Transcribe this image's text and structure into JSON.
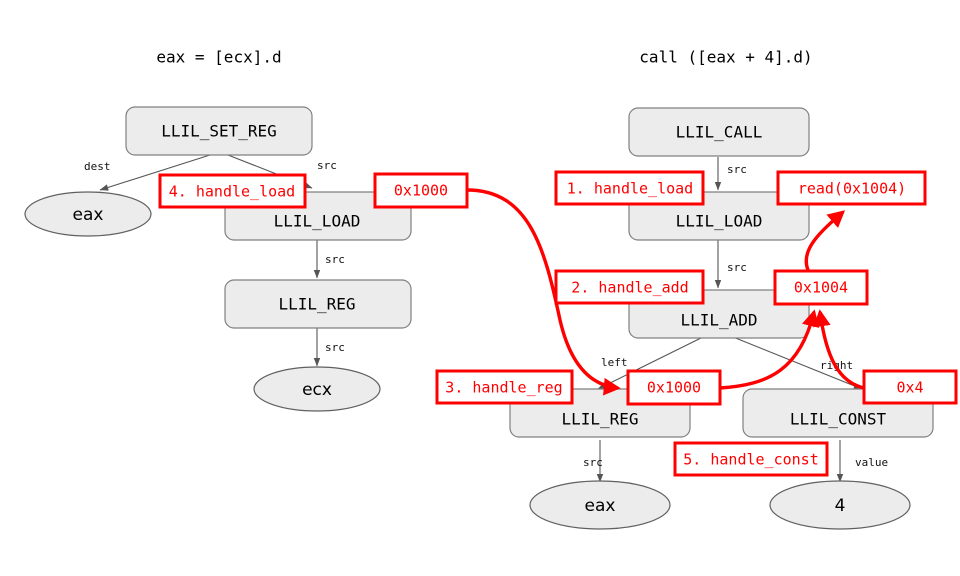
{
  "titles": {
    "left": "eax = [ecx].d",
    "right": "call ([eax + 4].d)"
  },
  "colors": {
    "annotation": "#ff0000",
    "node_fill": "#ececec",
    "node_stroke": "#808080",
    "edge": "#555555",
    "background": "#ffffff"
  },
  "left_graph": {
    "nodes": [
      {
        "id": "l-set-reg",
        "label": "LLIL_SET_REG",
        "shape": "box"
      },
      {
        "id": "l-eax",
        "label": "eax",
        "shape": "ellipse"
      },
      {
        "id": "l-load",
        "label": "LLIL_LOAD",
        "shape": "box"
      },
      {
        "id": "l-reg",
        "label": "LLIL_REG",
        "shape": "box"
      },
      {
        "id": "l-ecx",
        "label": "ecx",
        "shape": "ellipse"
      }
    ],
    "edges": [
      {
        "from": "l-set-reg",
        "to": "l-eax",
        "label": "dest"
      },
      {
        "from": "l-set-reg",
        "to": "l-load",
        "label": "src"
      },
      {
        "from": "l-load",
        "to": "l-reg",
        "label": "src"
      },
      {
        "from": "l-reg",
        "to": "l-ecx",
        "label": "src"
      }
    ]
  },
  "right_graph": {
    "nodes": [
      {
        "id": "r-call",
        "label": "LLIL_CALL",
        "shape": "box"
      },
      {
        "id": "r-load",
        "label": "LLIL_LOAD",
        "shape": "box"
      },
      {
        "id": "r-add",
        "label": "LLIL_ADD",
        "shape": "box"
      },
      {
        "id": "r-reg",
        "label": "LLIL_REG",
        "shape": "box"
      },
      {
        "id": "r-const",
        "label": "LLIL_CONST",
        "shape": "box"
      },
      {
        "id": "r-eax",
        "label": "eax",
        "shape": "ellipse"
      },
      {
        "id": "r-four",
        "label": "4",
        "shape": "ellipse"
      }
    ],
    "edges": [
      {
        "from": "r-call",
        "to": "r-load",
        "label": "src"
      },
      {
        "from": "r-load",
        "to": "r-add",
        "label": "src"
      },
      {
        "from": "r-add",
        "to": "r-reg",
        "label": "left"
      },
      {
        "from": "r-add",
        "to": "r-const",
        "label": "right"
      },
      {
        "from": "r-reg",
        "to": "r-eax",
        "label": "src"
      },
      {
        "from": "r-const",
        "to": "r-four",
        "label": "value"
      }
    ]
  },
  "annotations": {
    "step4_handle_load": "4. handle_load",
    "left_value_0x1000": "0x1000",
    "step1_handle_load": "1. handle_load",
    "read_result": "read(0x1004)",
    "step2_handle_add": "2. handle_add",
    "value_0x1004": "0x1004",
    "step3_handle_reg": "3. handle_reg",
    "right_value_0x1000": "0x1000",
    "value_0x4": "0x4",
    "step5_handle_const": "5. handle_const"
  }
}
